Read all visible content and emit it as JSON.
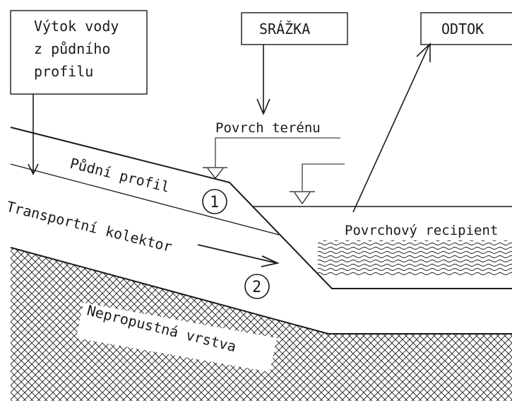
{
  "boxes": {
    "vytok_line1": "Výtok vody",
    "vytok_line2": "z půdního",
    "vytok_line3": "profilu",
    "srazka": "SRÁŽKA",
    "odtok": "ODTOK"
  },
  "labels": {
    "povrch_terenu": "Povrch terénu",
    "pudni_profil": "Půdní profil",
    "transportni_kolektor": "Transportní kolektor",
    "nepropustna_vrstva": "Nepropustná vrstva",
    "povrchovy_recipient": "Povrchový recipient",
    "marker_1": "1",
    "marker_2": "2"
  }
}
